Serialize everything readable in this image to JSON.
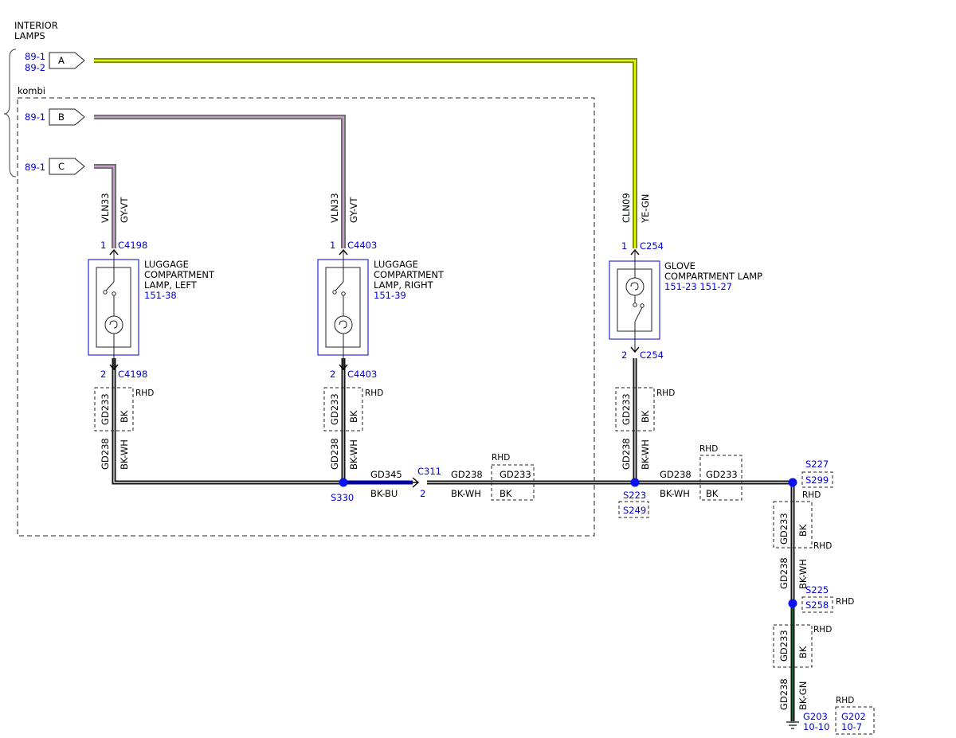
{
  "header": {
    "line1": "INTERIOR",
    "line2": "LAMPS"
  },
  "harness_label": "kombi",
  "connectors": [
    {
      "letter": "A",
      "ref1": "89-1",
      "ref2": "89-2"
    },
    {
      "letter": "B",
      "ref1": "89-1"
    },
    {
      "letter": "C",
      "ref1": "89-1"
    }
  ],
  "circuits": {
    "left": {
      "circuit": "VLN33",
      "color": "GY-VT"
    },
    "right": {
      "circuit": "VLN33",
      "color": "GY-VT"
    },
    "glove": {
      "circuit": "CLN09",
      "color": "YE-GN"
    }
  },
  "components": {
    "left": {
      "line1": "LUGGAGE",
      "line2": "COMPARTMENT",
      "line3": "LAMP, LEFT",
      "ref": "151-38",
      "pin_top": "1",
      "conn_top": "C4198",
      "pin_bottom": "2",
      "conn_bottom": "C4198"
    },
    "right": {
      "line1": "LUGGAGE",
      "line2": "COMPARTMENT",
      "line3": "LAMP, RIGHT",
      "ref": "151-39",
      "pin_top": "1",
      "conn_top": "C4403",
      "pin_bottom": "2",
      "conn_bottom": "C4403"
    },
    "glove": {
      "line1": "GLOVE",
      "line2": "COMPARTMENT LAMP",
      "ref": "151-23  151-27",
      "pin_top": "1",
      "conn_top": "C254",
      "pin_bottom": "2",
      "conn_bottom": "C254"
    }
  },
  "ground_wires": {
    "rhd_label": "RHD",
    "alt_circuit": "GD233",
    "alt_color": "BK",
    "circuit": "GD238",
    "color": "BK-WH",
    "blue_circuit": "GD345",
    "blue_color": "BK-BU",
    "final_color": "BK-GN"
  },
  "inline_connector": {
    "name": "C311",
    "pin": "2"
  },
  "splices": {
    "s330": "S330",
    "s223": "S223",
    "s249": "S249",
    "s227": "S227",
    "s299": "S299",
    "s225": "S225",
    "s258": "S258"
  },
  "grounds": {
    "g203": {
      "name": "G203",
      "ref": "10-10"
    },
    "g202": {
      "name": "G202",
      "ref": "10-7"
    }
  },
  "colors": {
    "wire_gyvt_outer": "#6b6b6b",
    "wire_gyvt_inner": "#c39bc6",
    "wire_yegn_outer": "#6f8b00",
    "wire_yegn_inner": "#e9f200",
    "wire_bkbu": "#0000a0",
    "wire_bkgn": "#0b4d14",
    "ref_blue": "#0000dd",
    "splice_dot": "#0a14ee",
    "component_frame": "#2a2ae0"
  }
}
